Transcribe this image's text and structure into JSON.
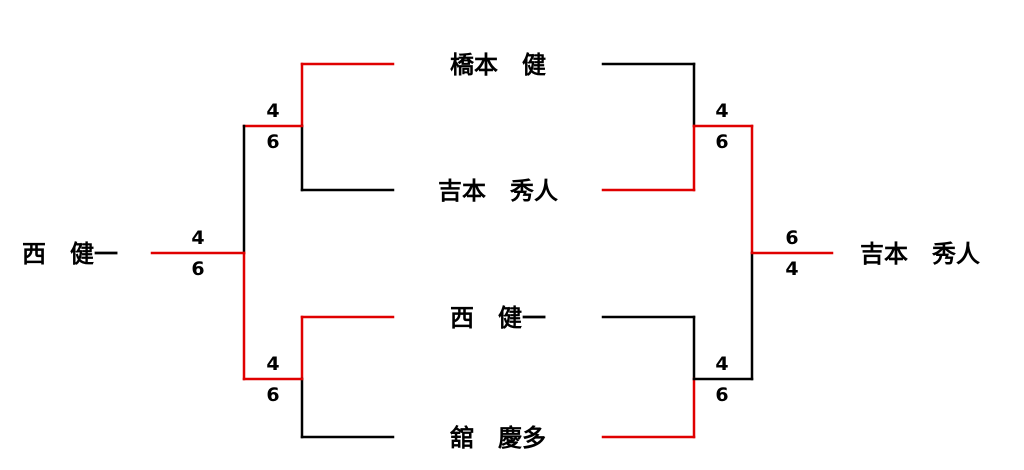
{
  "players": {
    "top_center_1": "橋本　健",
    "top_center_2": "吉本　秀人",
    "bottom_center_1": "西　健一",
    "bottom_center_2": "舘　慶多",
    "left_finalist": "西　健一",
    "right_finalist": "吉本　秀人"
  },
  "scores": {
    "left_semi_top": {
      "upper": "4",
      "lower": "6"
    },
    "left_semi_bottom": {
      "upper": "4",
      "lower": "6"
    },
    "left_final": {
      "upper": "4",
      "lower": "6"
    },
    "right_semi_top": {
      "upper": "4",
      "lower": "6"
    },
    "right_semi_bottom": {
      "upper": "4",
      "lower": "6"
    },
    "right_final": {
      "upper": "6",
      "lower": "4"
    }
  },
  "colors": {
    "winner_line": "#e00000",
    "loser_line": "#000000",
    "text": "#000000"
  }
}
